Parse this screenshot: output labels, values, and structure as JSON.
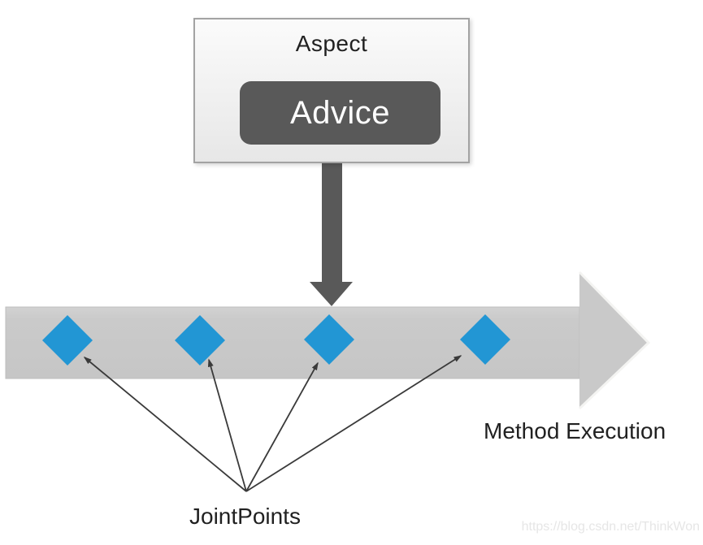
{
  "diagram": {
    "aspect_label": "Aspect",
    "advice_label": "Advice",
    "method_execution_label": "Method Execution",
    "jointpoints_label": "JointPoints",
    "jointpoint_count": 4,
    "watermark": "https://blog.csdn.net/ThinkWon",
    "colors": {
      "jointpoint_blue": "#2296d4",
      "dark_gray": "#595959",
      "band_gray": "#c9c9c9",
      "band_border": "#bdbdbd",
      "pointer_line": "#3a3a3a",
      "watermark_gray": "#e6e6e6"
    }
  }
}
